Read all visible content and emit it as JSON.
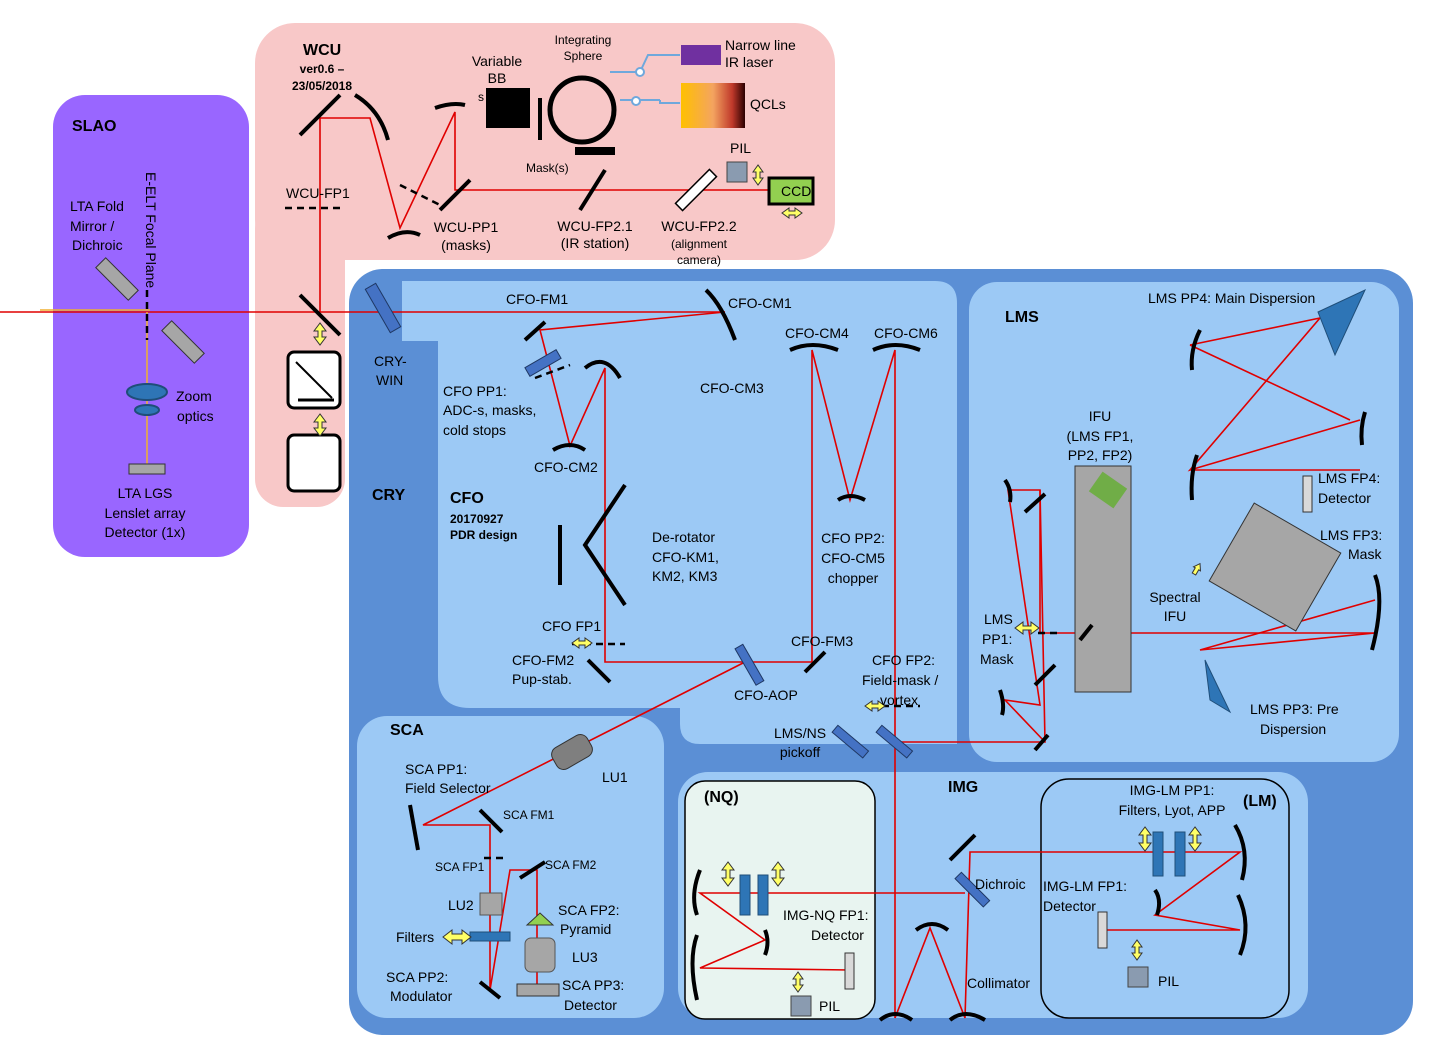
{
  "colors": {
    "slao_bg": "#9966ff",
    "wcu_bg": "#f8c8c8",
    "cry_bg": "#5b8fd5",
    "inner_bg": "#9cc9f5",
    "nq_bg": "#e8f4f0",
    "ray": "#e00000",
    "laser_purple": "#7030a0",
    "ccd_green": "#92d050",
    "yellow_arrow": "#ffff66"
  },
  "slao": {
    "title": "SLAO",
    "focal_plane": "E-ELT Focal Plane",
    "lta_fold": [
      "LTA Fold",
      "Mirror /",
      "Dichroic"
    ],
    "zoom": [
      "Zoom",
      "optics"
    ],
    "lgs": [
      "LTA LGS",
      "Lenslet array",
      "Detector (1x)"
    ]
  },
  "wcu": {
    "title": "WCU",
    "version": [
      "ver0.6 –",
      "23/05/2018"
    ],
    "variable_bb": [
      "Variable",
      "BB"
    ],
    "bb_small": "s",
    "sphere": [
      "Integrating",
      "Sphere"
    ],
    "narrow_line": [
      "Narrow line",
      "IR laser"
    ],
    "qcls": "QCLs",
    "masks": "Mask(s)",
    "pil": "PIL",
    "ccd": "CCD",
    "fp1": "WCU-FP1",
    "pp1": [
      "WCU-PP1",
      "(masks)"
    ],
    "fp21": [
      "WCU-FP2.1",
      "(IR station)"
    ],
    "fp22": [
      "WCU-FP2.2",
      "(alignment",
      "camera)"
    ]
  },
  "cry": {
    "title": "CRY",
    "win": [
      "CRY-",
      "WIN"
    ]
  },
  "cfo": {
    "title": "CFO",
    "date": [
      "20170927",
      "PDR design"
    ],
    "fm1": "CFO-FM1",
    "cm1": "CFO-CM1",
    "cm2": "CFO-CM2",
    "cm3": "CFO-CM3",
    "cm4": "CFO-CM4",
    "cm6": "CFO-CM6",
    "pp1": [
      "CFO PP1:",
      "ADC-s, masks,",
      "cold stops"
    ],
    "derotator": [
      "De-rotator",
      "CFO-KM1,",
      "KM2, KM3"
    ],
    "pp2": [
      "CFO PP2:",
      "CFO-CM5",
      "chopper"
    ],
    "fp1": "CFO FP1",
    "fm2": [
      "CFO-FM2",
      "Pup-stab."
    ],
    "aop": "CFO-AOP",
    "fm3": "CFO-FM3",
    "fp2": [
      "CFO FP2:",
      "Field-mask /",
      "vortex"
    ],
    "pickoff": [
      "LMS/NS",
      "pickoff"
    ]
  },
  "lms": {
    "title": "LMS",
    "pp4": "LMS PP4: Main Dispersion",
    "ifu": [
      "IFU",
      "(LMS FP1,",
      "PP2, FP2)"
    ],
    "fp4": [
      "LMS FP4:",
      "Detector"
    ],
    "fp3": [
      "LMS FP3:",
      "Mask"
    ],
    "spectral_ifu": [
      "Spectral",
      "IFU"
    ],
    "pp1": [
      "LMS",
      "PP1:",
      "Mask"
    ],
    "pp3": [
      "LMS PP3: Pre",
      "Dispersion"
    ]
  },
  "sca": {
    "title": "SCA",
    "lu1": "LU1",
    "pp1": [
      "SCA PP1:",
      "Field Selector"
    ],
    "fm1": "SCA FM1",
    "fp1": "SCA FP1",
    "fm2": "SCA FM2",
    "lu2": "LU2",
    "fp2": [
      "SCA FP2:",
      "Pyramid"
    ],
    "filters": "Filters",
    "lu3": "LU3",
    "pp2": [
      "SCA PP2:",
      "Modulator"
    ],
    "pp3": [
      "SCA PP3:",
      "Detector"
    ]
  },
  "img": {
    "title": "IMG",
    "nq": "(NQ)",
    "nq_fp1": [
      "IMG-NQ FP1:",
      "Detector"
    ],
    "nq_pil": "PIL",
    "dichroic": "Dichroic",
    "collimator": "Collimator",
    "lm": "(LM)",
    "lm_pp1": [
      "IMG-LM PP1:",
      "Filters, Lyot, APP"
    ],
    "lm_fp1": [
      "IMG-LM FP1:",
      "Detector"
    ],
    "lm_pil": "PIL"
  }
}
